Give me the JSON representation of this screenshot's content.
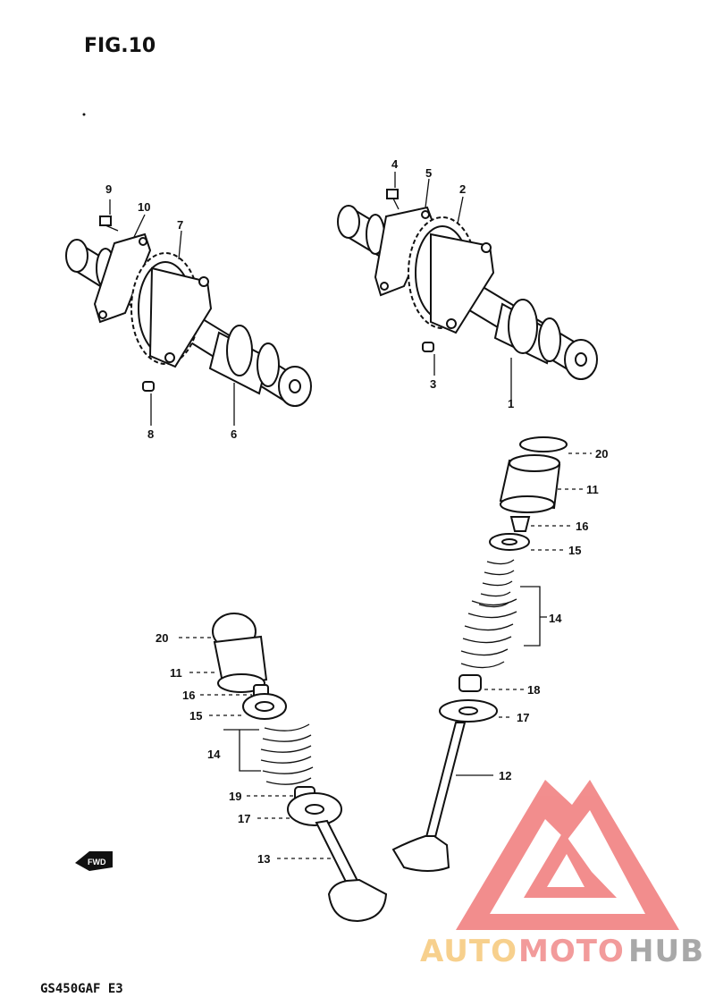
{
  "figure": {
    "title": "FIG.10",
    "footer": "GS450GAF E3",
    "fwd_label": "FWD",
    "callouts": {
      "c1": "1",
      "c2": "2",
      "c3": "3",
      "c4": "4",
      "c5": "5",
      "c6": "6",
      "c7": "7",
      "c8": "8",
      "c9": "9",
      "c10": "10",
      "c11a": "11",
      "c11b": "11",
      "c12": "12",
      "c13": "13",
      "c14a": "14",
      "c14b": "14",
      "c15a": "15",
      "c15b": "15",
      "c16a": "16",
      "c16b": "16",
      "c17a": "17",
      "c17b": "17",
      "c18": "18",
      "c19": "19",
      "c20a": "20",
      "c20b": "20"
    }
  },
  "watermark": {
    "auto": "AUTO",
    "moto": "MOTO",
    "hub": "HUB",
    "colors": {
      "auto": "#f6c87a",
      "moto": "#f08a8a",
      "hub": "#9a9a9a",
      "logo": "#f07a7a"
    }
  }
}
